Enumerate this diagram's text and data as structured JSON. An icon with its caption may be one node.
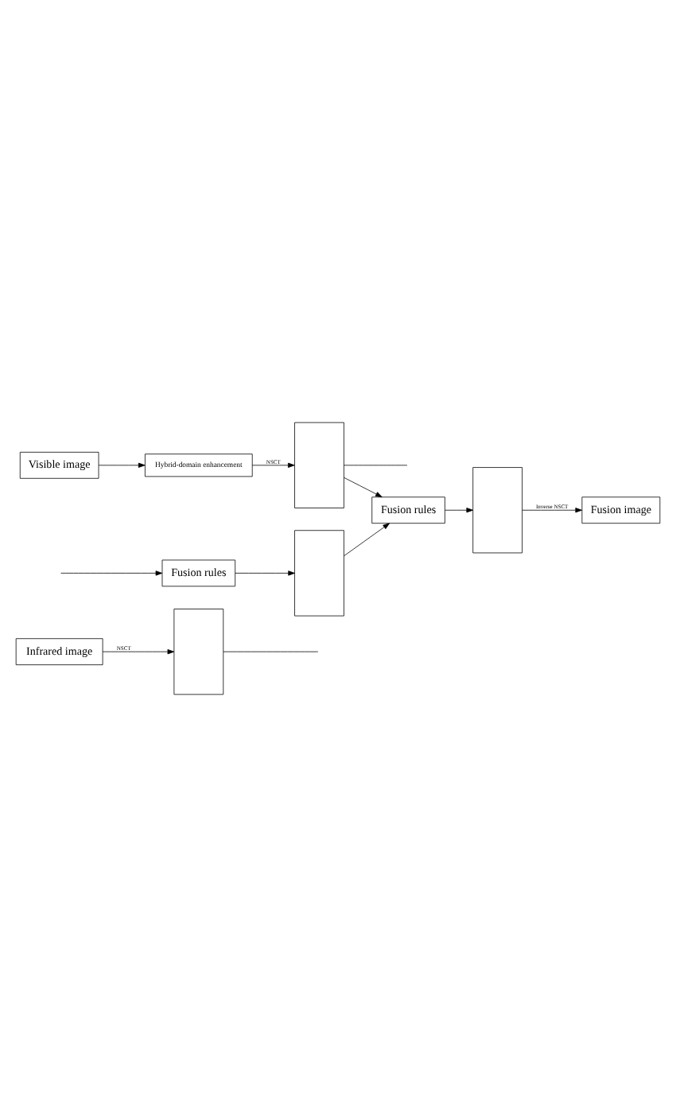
{
  "diagram": {
    "nodes": [
      {
        "text": [
          "Infrared image"
        ]
      },
      {
        "text": [],
        "shape": "box"
      },
      {
        "text": [
          "Visible image"
        ]
      },
      {
        "text": [
          "Hybrid-domain enhancement"
        ]
      },
      {
        "text": [],
        "shape": "box"
      },
      {
        "text": [],
        "shape": "box"
      },
      {
        "text": [
          "Fusion rules"
        ]
      },
      {
        "text": [
          "Fusion rules"
        ]
      },
      {
        "text": [],
        "shape": "box"
      },
      {
        "text": [
          "Fusion image"
        ]
      }
    ],
    "edges": [
      {
        "from": 0,
        "to": 1,
        "arrow": "to",
        "label": "NSCT"
      },
      {
        "from": 2,
        "to": 3,
        "arrow": "to"
      },
      {
        "from": 3,
        "to": 4,
        "arrow": "to",
        "label": "NSCT"
      },
      {
        "from": 1,
        "to": null,
        "arrow": "none"
      },
      {
        "from": 4,
        "to": null,
        "arrow": "none"
      },
      {
        "from": null,
        "to": 6,
        "arrow": "to"
      },
      {
        "from": 6,
        "to": 5,
        "arrow": "to"
      },
      {
        "from": 4,
        "to": 7,
        "arrow": "to"
      },
      {
        "from": 5,
        "to": 7,
        "arrow": "to"
      },
      {
        "from": 7,
        "to": 8,
        "arrow": "to"
      },
      {
        "from": 8,
        "to": 9,
        "arrow": "to",
        "label": "Inverse NSCT"
      }
    ]
  }
}
